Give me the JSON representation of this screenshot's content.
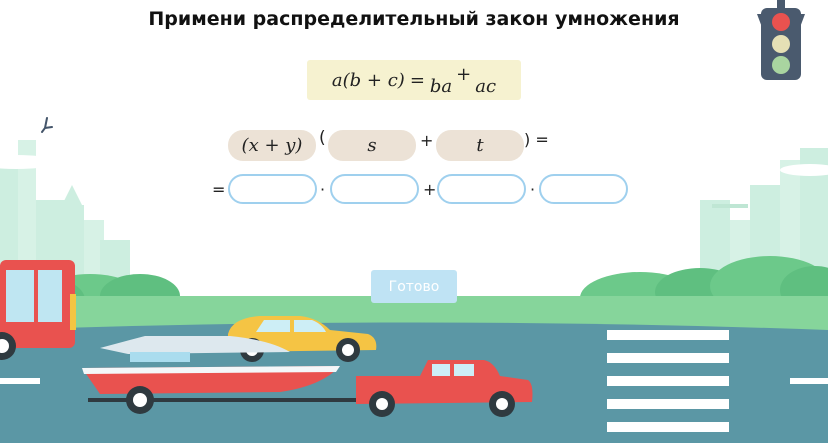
{
  "title": "Примени распределительный закон умножения",
  "rule": {
    "left": "a(b + c)",
    "equals": "=",
    "term1": "ba",
    "plus": "+",
    "term2": "ac"
  },
  "expression": {
    "chip1": "(x + y)",
    "open_paren": "(",
    "chip2": "s",
    "plus": "+",
    "chip3": "t",
    "close_equals": ") ="
  },
  "answer_row": {
    "equals": "=",
    "dot1": "·",
    "plus": "+",
    "dot2": "·"
  },
  "done_button": "Готово",
  "colors": {
    "formula_bg": "#f6f2d0",
    "chip_bg": "#ece2d6",
    "blank_border": "#9fd0ee",
    "button_bg": "#bfe3f4",
    "road": "#5b97a5",
    "grass": "#86d59b"
  },
  "icons": [
    "traffic-light-icon",
    "bird-icon"
  ]
}
